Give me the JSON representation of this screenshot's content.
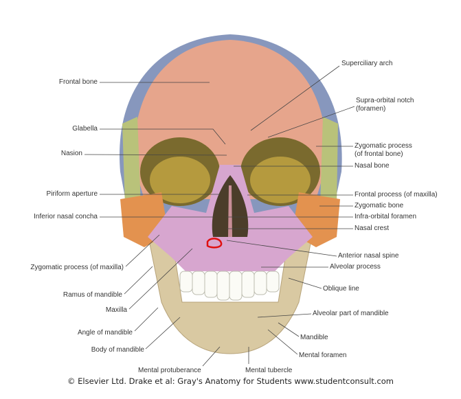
{
  "labels_left": {
    "frontal_bone": "Frontal bone",
    "glabella": "Glabella",
    "nasion": "Nasion",
    "piriform_aperture": "Piriform aperture",
    "inferior_nasal_concha": "Inferior nasal concha",
    "zygomatic_process_maxilla": "Zygomatic process (of maxilla)",
    "ramus_of_mandible": "Ramus of mandible",
    "maxilla": "Maxilla",
    "angle_of_mandible": "Angle of mandible",
    "body_of_mandible": "Body of mandible"
  },
  "labels_bottom": {
    "mental_protuberance": "Mental protuberance",
    "mental_tubercle": "Mental tubercle"
  },
  "labels_right": {
    "superciliary_arch": "Superciliary arch",
    "supra_orbital_notch_1": "Supra-orbital notch",
    "supra_orbital_notch_2": "(foramen)",
    "zygomatic_process_frontal_1": "Zygomatic process",
    "zygomatic_process_frontal_2": "(of frontal bone)",
    "nasal_bone": "Nasal bone",
    "frontal_process_maxilla": "Frontal process (of maxilla)",
    "zygomatic_bone": "Zygomatic bone",
    "infra_orbital_foramen": "Infra-orbital foramen",
    "nasal_crest": "Nasal crest",
    "anterior_nasal_spine": "Anterior nasal spine",
    "alveolar_process": "Alveolar process",
    "oblique_line": "Oblique line",
    "alveolar_part_of_mandible": "Alveolar part of mandible",
    "mandible": "Mandible",
    "mental_foramen": "Mental foramen"
  },
  "footer": "© Elsevier Ltd. Drake et al: Gray's Anatomy for Students www.studentconsult.com",
  "colors": {
    "frontal": "#e6a58c",
    "parietal": "#8797bd",
    "sphenoid": "#b9c27a",
    "zygomatic": "#e3924f",
    "maxilla": "#d7a6cf",
    "mandible": "#d9c9a2",
    "annotation": "#e01010"
  }
}
